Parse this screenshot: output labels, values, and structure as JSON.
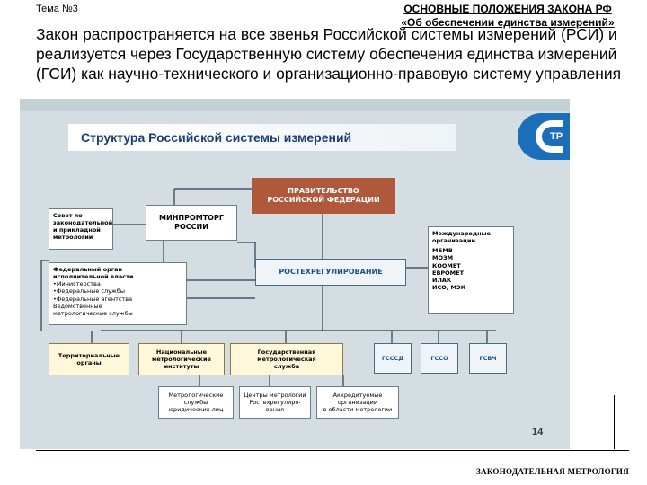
{
  "header": {
    "topic": "Тема №3",
    "title_line1": "ОСНОВНЫЕ ПОЛОЖЕНИЯ ЗАКОНА РФ",
    "title_line2": "«Об обеспечении единства измерений»"
  },
  "lead_text": "Закон распространяется на все звенья Российской системы измерений (РСИ) и реализуется через Государственную систему обеспечения единства измерений (ГСИ) как научно-технического и организационно-правовую систему управления",
  "slide": {
    "title": "Структура Российской системы измерений",
    "logo_text": "ТР",
    "government": [
      "ПРАВИТЕЛЬСТВО",
      "РОССИЙСКОЙ ФЕДЕРАЦИИ"
    ],
    "council": [
      "Совет по",
      "законодательной",
      "и прикладной",
      "метрологии"
    ],
    "minprom": [
      "МИНПРОМТОРГ",
      "РОССИИ"
    ],
    "federal_org": {
      "title": [
        "Федеральный орган",
        "исполнительной власти"
      ],
      "items": [
        "•Министерства",
        "•Федеральные службы",
        "•Федеральные агентства",
        "Ведомственные",
        "метрологические службы"
      ]
    },
    "rostekh": "РОСТЕХРЕГУЛИРОВАНИЕ",
    "intl": {
      "title": [
        "Международные",
        "организации"
      ],
      "items": [
        "МБМВ",
        "МОЗМ",
        "КООМЕТ",
        "ЕВРОМЕТ",
        "ИЛАК",
        "ИСО, МЭК"
      ]
    },
    "territorial": [
      "Территориальные",
      "органы"
    ],
    "national": [
      "Национальные",
      "метрологические",
      "институты"
    ],
    "state_service": [
      "Государственная",
      "метрологическая",
      "служба"
    ],
    "gsssd": "ГСССД",
    "gsso": "ГССО",
    "gsvch": "ГСВЧ",
    "metro_services": [
      "Метрологические",
      "службы",
      "юридических лиц"
    ],
    "metro_centers": [
      "Центры метрологии",
      "Ростехрегулиро-",
      "вания"
    ],
    "accredited": [
      "Аккредитуемые",
      "организации",
      "в области метрологии"
    ],
    "page_number": "14"
  },
  "footer": "ЗАКОНОДАТЕЛЬНАЯ МЕТРОЛОГИЯ"
}
